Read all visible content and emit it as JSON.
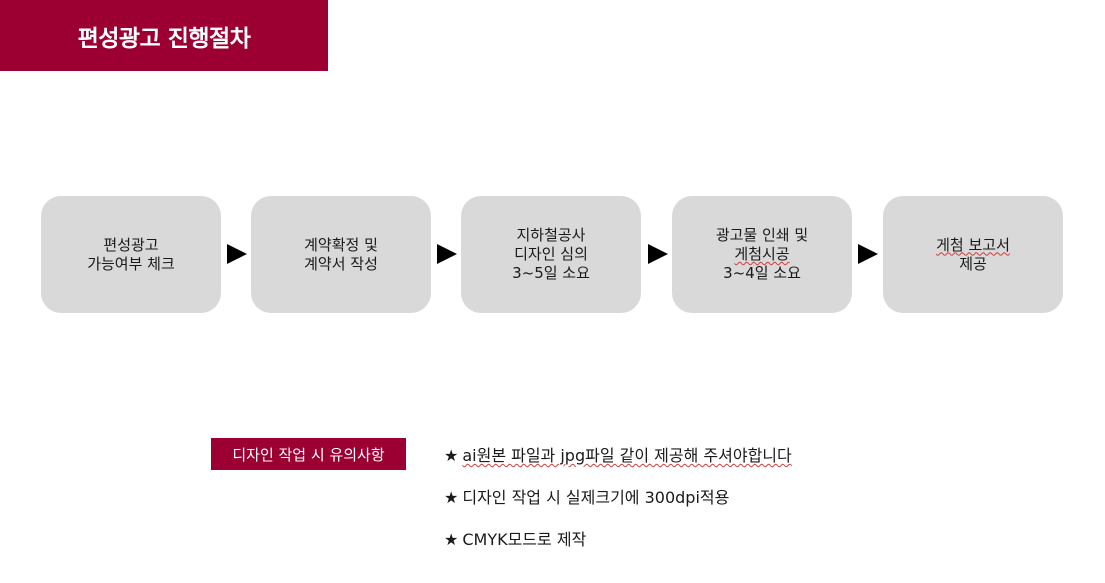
{
  "title": "편성광고 진행절차",
  "steps": [
    {
      "lines": [
        "편성광고",
        "가능여부 체크"
      ]
    },
    {
      "lines": [
        "계약확정 및",
        "계약서 작성"
      ]
    },
    {
      "lines": [
        "지하철공사",
        "디자인 심의",
        "3~5일 소요"
      ]
    },
    {
      "lines": [
        "광고물 인쇄 및",
        "게첨시공",
        "3~4일 소요"
      ]
    },
    {
      "lines": [
        "게첨 보고서",
        "제공"
      ]
    }
  ],
  "notes": {
    "label": "디자인 작업 시 유의사항",
    "star": "★",
    "items": [
      "ai원본 파일과 jpg파일 같이 제공해 주셔야합니다",
      "디자인 작업 시 실제크기에 300dpi적용",
      "CMYK모드로 제작"
    ]
  },
  "colors": {
    "accent": "#9c0033",
    "box": "#d9d9d9"
  }
}
